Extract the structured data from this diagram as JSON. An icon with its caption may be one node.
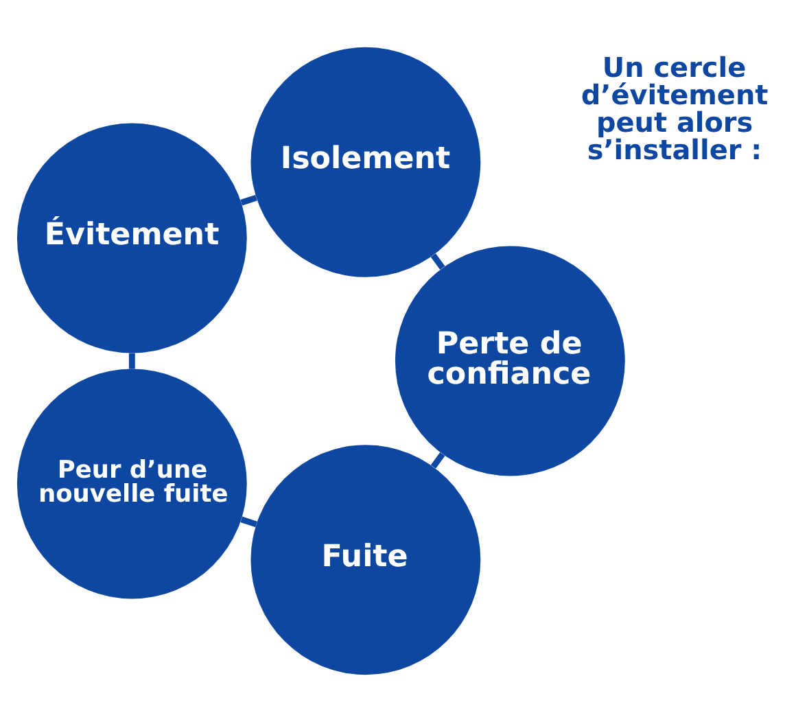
{
  "diagram": {
    "nodes": [
      {
        "text": [
          "Fuite"
        ]
      },
      {
        "text": [
          "Perte de confiance"
        ]
      },
      {
        "text": [
          "Peur d’une nouvelle fuite"
        ]
      },
      {
        "text": [
          "Isolement"
        ]
      },
      {
        "text": [
          "Évitement"
        ]
      }
    ],
    "edges": [
      {
        "from": 0,
        "to": 2,
        "arrow": "none"
      },
      {
        "from": 2,
        "to": 4,
        "arrow": "none"
      },
      {
        "from": 4,
        "to": 3,
        "arrow": "none"
      },
      {
        "from": 3,
        "to": 1,
        "arrow": "none"
      },
      {
        "from": 1,
        "to": 0,
        "arrow": "none"
      }
    ],
    "labels": [
      "Un cercle d’évitement peut alors s’installer :"
    ]
  }
}
